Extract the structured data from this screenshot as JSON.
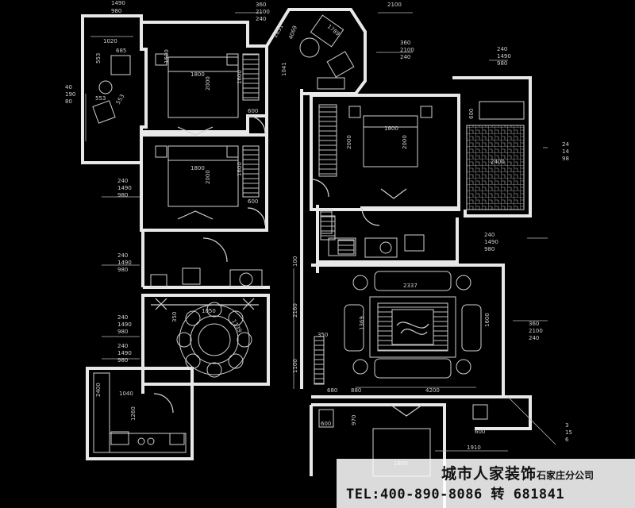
{
  "company": {
    "name": "城市人家装饰",
    "branch": "石家庄分公司",
    "phone": "TEL:400-890-8086 转 681841"
  },
  "labels": {
    "d_1490_a": "1490",
    "d_980_a": "980",
    "d_360_a": "360",
    "d_2100_a": "2100",
    "d_240_a": "240",
    "d_2100_b": "2100",
    "d_1020": "1020",
    "d_685": "685",
    "d_1500": "1500",
    "d_1800_a": "1800",
    "d_2000_a": "2000",
    "d_1600_a": "1600",
    "d_600_a": "600",
    "d_1041": "1041",
    "d_2831": "2831",
    "d_4069": "4069",
    "d_1789": "1789",
    "d_553_a": "553",
    "d_553_b": "553",
    "d_553_c": "553",
    "d_40": "40",
    "d_190": "190",
    "d_80": "80",
    "d_360_b": "360",
    "d_2100_c": "2100",
    "d_240_b": "240",
    "d_240_c": "240",
    "d_1490_b": "1490",
    "d_980_b": "980",
    "d_600_b": "600",
    "d_1800_b": "1800",
    "d_2000_b": "2000",
    "d_2000_c": "2000",
    "d_2400": "2400",
    "d_24": "24",
    "d_14": "14",
    "d_98": "98",
    "d_240_d": "240",
    "d_1490_c": "1490",
    "d_980_c": "980",
    "d_1800_c": "1800",
    "d_2000_d": "2000",
    "d_1600_b": "1600",
    "d_600_c": "600",
    "d_240_e": "240",
    "d_1490_d": "1490",
    "d_980_d": "980",
    "d_240_f": "240",
    "d_1490_e": "1490",
    "d_980_e": "980",
    "d_2337": "2337",
    "d_100": "100",
    "d_2160": "2160",
    "d_1050": "1050",
    "d_350_a": "350",
    "d_1139": "1139",
    "d_1600_c": "1600",
    "d_360_c": "360",
    "d_2100_d": "2100",
    "d_240_g": "240",
    "d_1369": "1369",
    "d_240_h": "240",
    "d_1490_f": "1490",
    "d_980_f": "980",
    "d_240_i": "240",
    "d_1490_g": "1490",
    "d_980_g": "980",
    "d_350_b": "350",
    "d_1100": "1100",
    "d_680": "680",
    "d_880": "880",
    "d_4200": "4200",
    "d_1040": "1040",
    "d_1260": "1260",
    "d_2400_b": "2400",
    "d_970": "970",
    "d_600_d": "600",
    "d_600_e": "600",
    "d_1910": "1910",
    "d_1800_d": "1800",
    "d_3": "3",
    "d_15": "15",
    "d_6": "6"
  }
}
